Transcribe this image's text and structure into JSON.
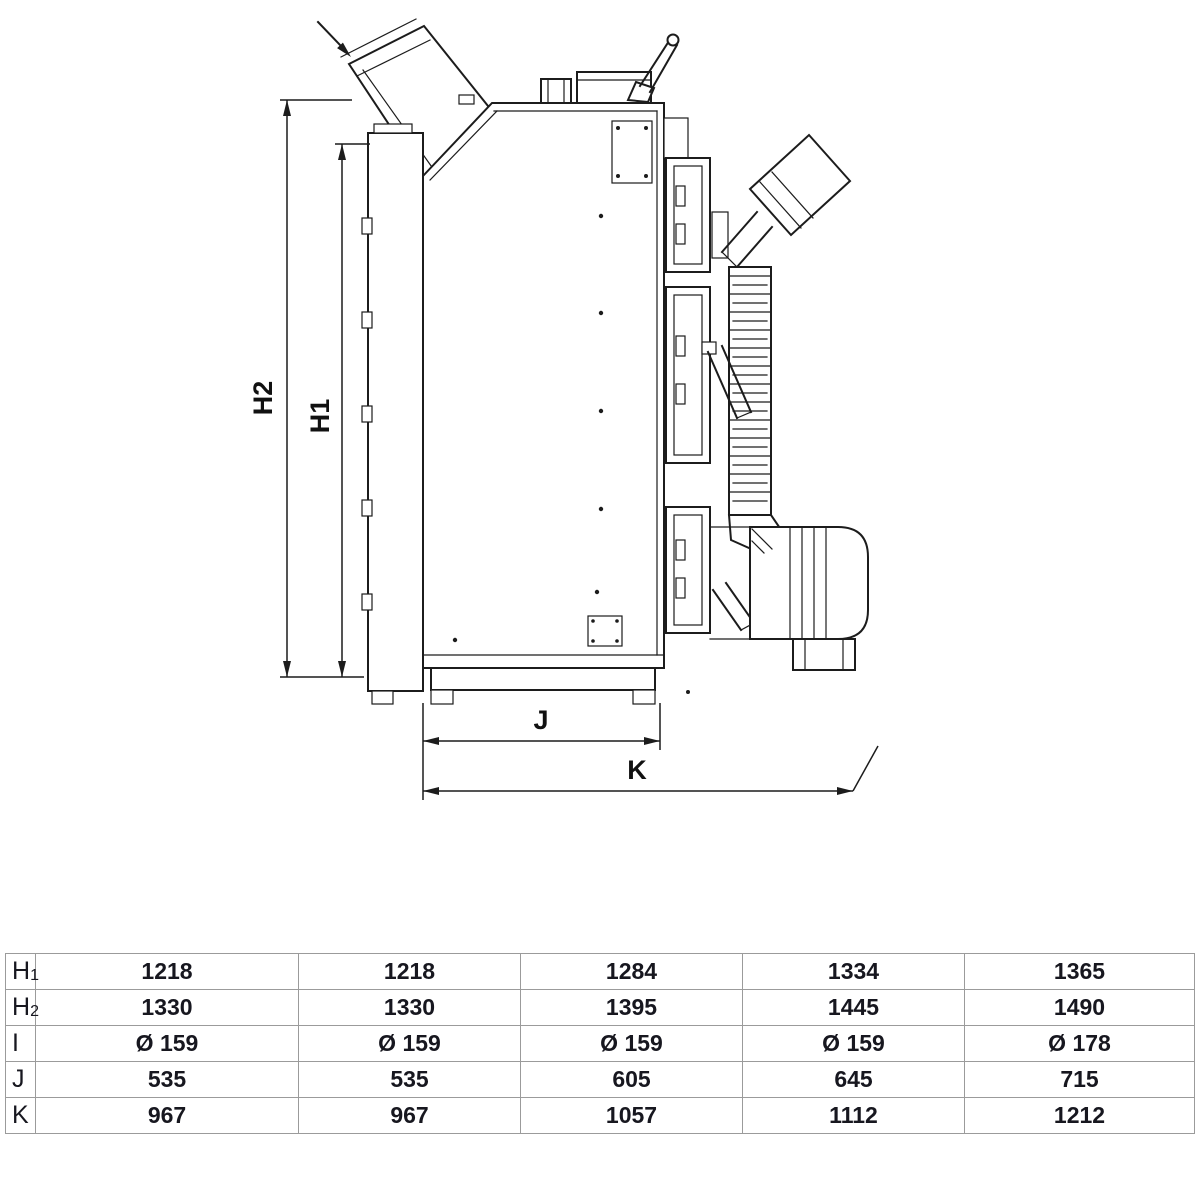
{
  "diagram": {
    "dim_labels": {
      "h1": "H1",
      "h2": "H2",
      "j": "J",
      "k": "K"
    }
  },
  "table": {
    "rows": [
      {
        "label": "H",
        "sub": "1",
        "values": [
          "1218",
          "1218",
          "1284",
          "1334",
          "1365"
        ]
      },
      {
        "label": "H",
        "sub": "2",
        "values": [
          "1330",
          "1330",
          "1395",
          "1445",
          "1490"
        ]
      },
      {
        "label": "I",
        "sub": "",
        "values": [
          "Ø 159",
          "Ø 159",
          "Ø 159",
          "Ø 159",
          "Ø 178"
        ]
      },
      {
        "label": "J",
        "sub": "",
        "values": [
          "535",
          "535",
          "605",
          "645",
          "715"
        ]
      },
      {
        "label": "K",
        "sub": "",
        "values": [
          "967",
          "967",
          "1057",
          "1112",
          "1212"
        ]
      }
    ]
  }
}
